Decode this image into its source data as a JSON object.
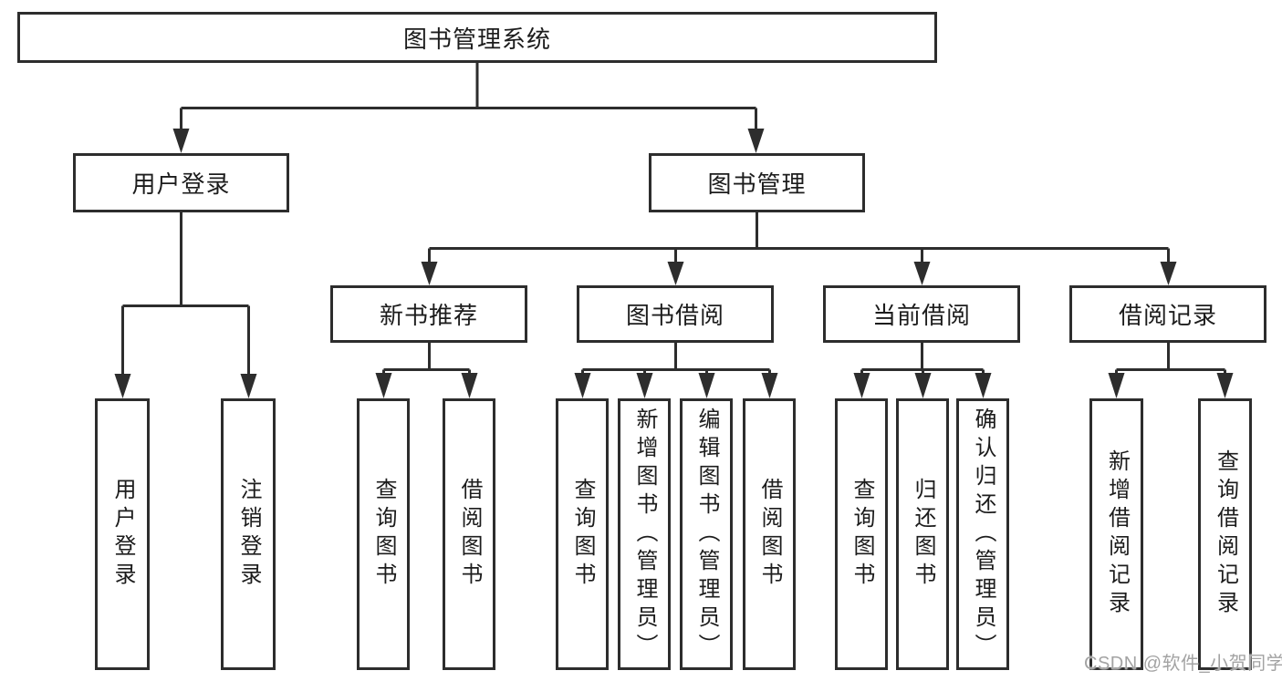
{
  "diagram": {
    "root": "图书管理系统",
    "user_login": {
      "label": "用户登录",
      "children": [
        "用户登录",
        "注销登录"
      ]
    },
    "book_mgmt": {
      "label": "图书管理",
      "sections": [
        {
          "label": "新书推荐",
          "children": [
            "查询图书",
            "借阅图书"
          ]
        },
        {
          "label": "图书借阅",
          "children": [
            "查询图书",
            "新增图书（管理员）",
            "编辑图书（管理员）",
            "借阅图书"
          ]
        },
        {
          "label": "当前借阅",
          "children": [
            "查询图书",
            "归还图书",
            "确认归还（管理员）"
          ]
        },
        {
          "label": "借阅记录",
          "children": [
            "新增借阅记录",
            "查询借阅记录"
          ]
        }
      ]
    }
  },
  "watermark": "CSDN @软件_小贺同学"
}
